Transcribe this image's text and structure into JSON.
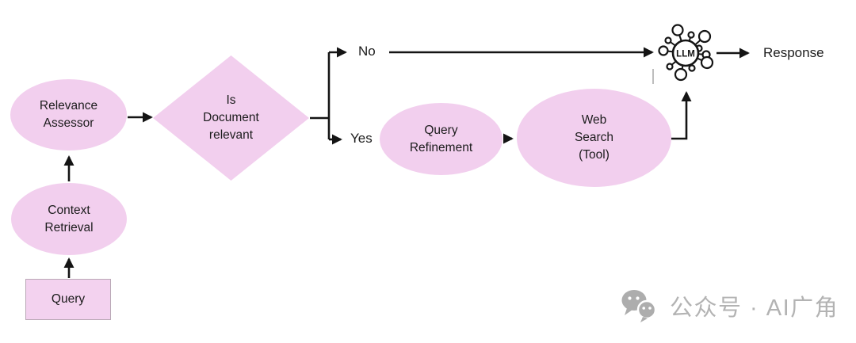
{
  "colors": {
    "background": "#ffffff",
    "node_fill": "#f2cfee",
    "node_border": "#b9a8b6",
    "line": "#141414",
    "watermark": "#b3b3b3"
  },
  "nodes": {
    "query": {
      "shape": "rectangle",
      "label": "Query"
    },
    "context_retrieval": {
      "shape": "ellipse",
      "label": "Context\nRetrieval"
    },
    "relevance_assessor": {
      "shape": "ellipse",
      "label": "Relevance\nAssessor"
    },
    "decision": {
      "shape": "diamond",
      "label": "Is\nDocument\nrelevant"
    },
    "query_refinement": {
      "shape": "ellipse",
      "label": "Query\nRefinement"
    },
    "web_search": {
      "shape": "ellipse",
      "label": "Web\nSearch\n(Tool)"
    },
    "llm": {
      "shape": "network-icon",
      "label": "LLM"
    }
  },
  "edge_labels": {
    "no": "No",
    "yes": "Yes"
  },
  "outputs": {
    "response": "Response"
  },
  "watermark": {
    "icon": "wechat-icon",
    "text": "公众号 · AI广角"
  }
}
